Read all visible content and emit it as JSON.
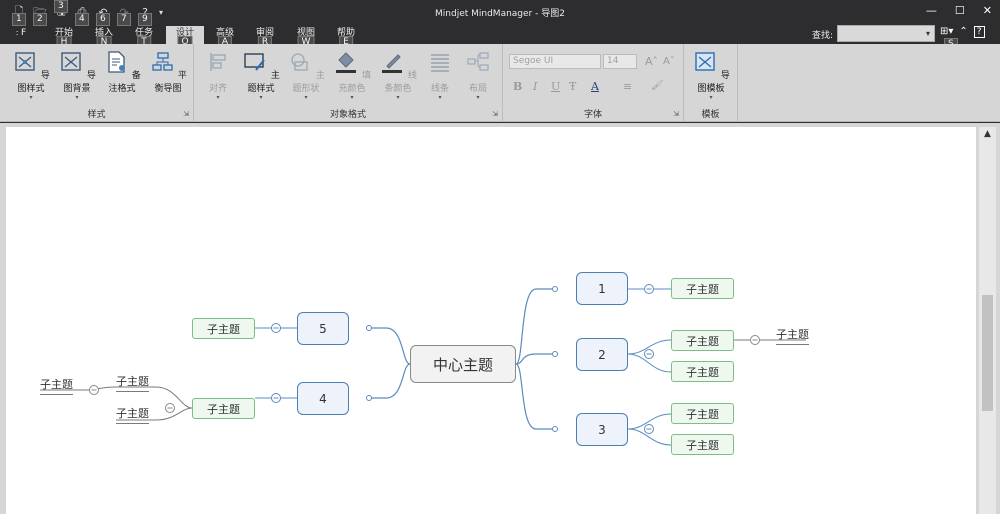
{
  "app": {
    "title": "Mindjet MindManager - 导图2"
  },
  "qat": {
    "items": [
      {
        "icon": "new-document-icon",
        "keytip": "1"
      },
      {
        "icon": "open-icon",
        "keytip": "2"
      },
      {
        "icon": "save-icon",
        "keytip": "3"
      },
      {
        "icon": "print-icon",
        "keytip": "4"
      },
      {
        "icon": "undo-icon",
        "keytip": "6"
      },
      {
        "icon": "redo-icon",
        "keytip": "7"
      },
      {
        "icon": "help-icon",
        "keytip": "9"
      }
    ]
  },
  "window_controls": {
    "minimize": "—",
    "maximize": "☐",
    "close": "✕"
  },
  "tabs": [
    {
      "label": "F",
      "keytip": "F"
    },
    {
      "label": "开始",
      "keytip": "H"
    },
    {
      "label": "插入",
      "keytip": "N"
    },
    {
      "label": "任务",
      "keytip": "T"
    },
    {
      "label": "设计",
      "keytip": "O"
    },
    {
      "label": "高级",
      "keytip": "A"
    },
    {
      "label": "审阅",
      "keytip": "R"
    },
    {
      "label": "视图",
      "keytip": "W"
    },
    {
      "label": "帮助",
      "keytip": "E"
    }
  ],
  "search": {
    "label": "查找:",
    "value": ""
  },
  "right_tools": {
    "keytip": "S"
  },
  "ribbon": {
    "groups": [
      {
        "label": "样式",
        "buttons": [
          "导图样式",
          "导图背景",
          "备注格式",
          "平衡导图"
        ]
      },
      {
        "label": "对象格式",
        "buttons": [
          "对齐",
          "主题样式",
          "主题形状",
          "填充颜色",
          "线条颜色",
          "线条",
          "布局"
        ]
      },
      {
        "label": "字体",
        "font_name": "Segoe UI",
        "font_size": "14"
      },
      {
        "label": "模板",
        "buttons": [
          "导图模板"
        ]
      }
    ],
    "format_buttons": [
      "B",
      "I",
      "U",
      "Ŧ",
      "A",
      "≡",
      "A",
      "A"
    ]
  },
  "mindmap": {
    "central": "中心主题",
    "main_topics": [
      "1",
      "2",
      "3",
      "4",
      "5"
    ],
    "sub_topic_label": "子主题",
    "colors": {
      "main_border": "#4a7fb5",
      "sub_border": "#7cbf85",
      "main_fill": "#eef3fb",
      "sub_fill": "#eef8ef",
      "central_border": "#8a8a8a",
      "line": "#5b8bbd"
    }
  }
}
